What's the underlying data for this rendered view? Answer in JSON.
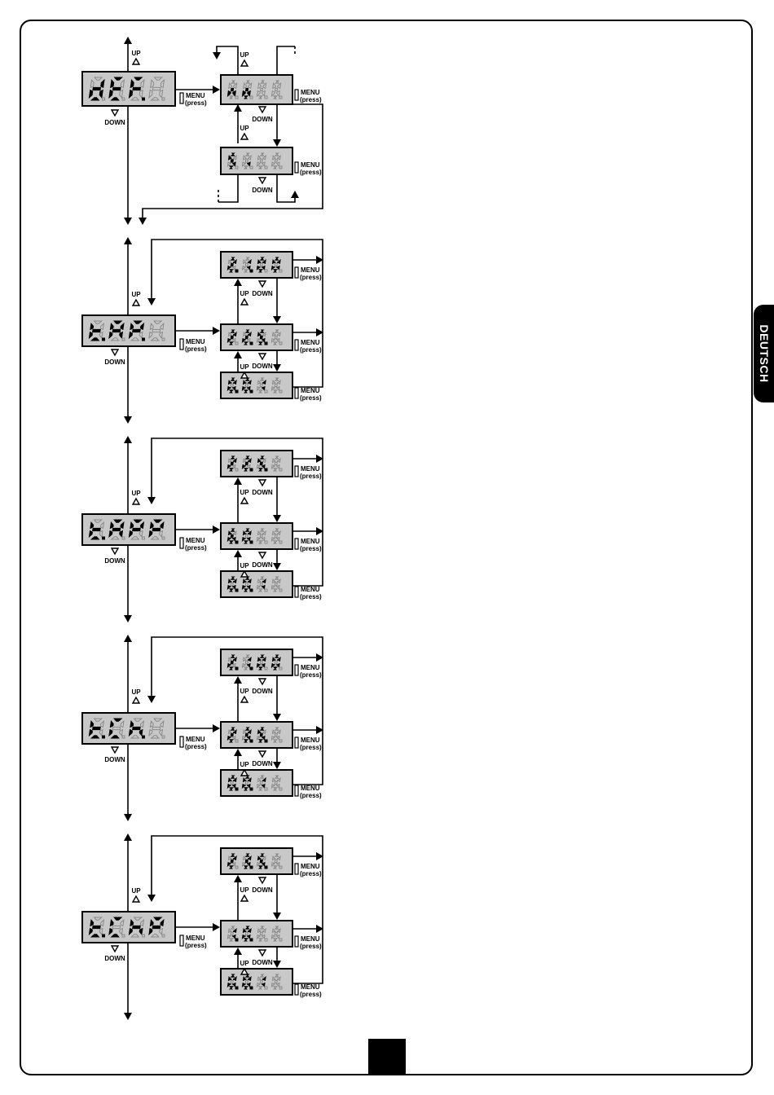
{
  "labels": {
    "up": "UP",
    "down": "DOWN",
    "menu": "MENU",
    "press": "(press)"
  },
  "side_tab": "DEUTSCH",
  "colors": {
    "display_background": "#c8c8c8",
    "segment_off": "#8a8a8a",
    "segment_on": "#000000",
    "tab_background": "#000000"
  },
  "menus": [
    {
      "main": "dEF.",
      "submenu": "single-column two-option toggle",
      "values": [
        "no",
        "Si"
      ]
    },
    {
      "main": "t.AP.",
      "values": [
        "2.1.00",
        "22.5.",
        "0.0.1"
      ]
    },
    {
      "main": "t.APP",
      "values": [
        "22.5.",
        "6.0.",
        "0.0.1"
      ]
    },
    {
      "main": "t.Ch.",
      "values": [
        "2.1.00",
        "23.5.",
        "0.0.1"
      ]
    },
    {
      "main": "t.ChP",
      "values": [
        "23.5.",
        "1.0.",
        "0.0.1"
      ]
    }
  ]
}
